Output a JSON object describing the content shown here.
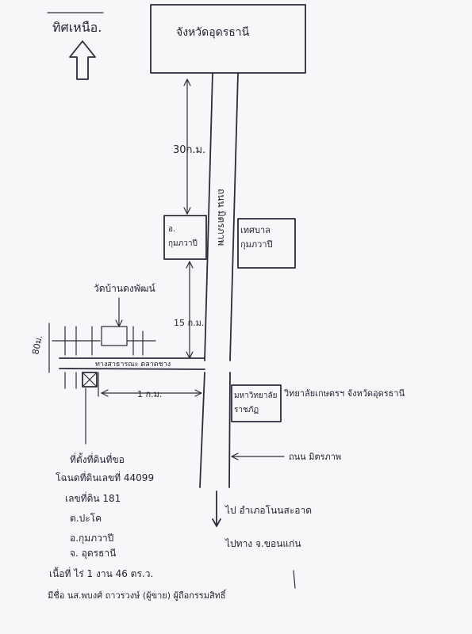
{
  "labels": {
    "north": "ทิศเหนือ.",
    "province_top": "จังหวัดอุดรธานี",
    "dist_30km": "30ก.ม.",
    "district_office": "อ. กุมภวาปี",
    "municipality": "เทศบาล กุมภวาปี",
    "highway": "ถนน มิตรภาพ",
    "temple": "วัดบ้านดงพัฒน์",
    "dist_15km": "15 ก.ม.",
    "road_to_market": "ทางสาธารณะ ตลาดชาง",
    "dist_80m": "80ม.",
    "dist_1km": "1 ก.ม.",
    "university": "มหาวิทยาลัย ราชภัฏ",
    "college": "วิทยาลัยเกษตรฯ จังหวัดอุดรธานี",
    "highway_mittraphap": "ถนน มิตรภาพ",
    "to_district": "ไป อำเภอโนนสะอาด",
    "to_khonkaen": "ไปทาง จ.ขอนแก่น"
  },
  "land_info": {
    "title": "ที่ตั้งที่ดินที่ขอ",
    "deed": "โฉนดที่ดินเลขที่ 44099",
    "parcel": "เลขที่ดิน 181",
    "subdistrict": "ต.ปะโค",
    "district": "อ.กุมภวาปี",
    "province": "จ. อุดรธานี",
    "area": "เนื้อที่ ไร่ 1 งาน 46 ตร.ว.",
    "owner": "มีชื่อ นส.พบงศ์ ถาวรวงษ์ (ผู้ขาย) ผู้ถือกรรมสิทธิ์"
  },
  "colors": {
    "ink": "#2a2c3a",
    "paper": "#f7f7fa"
  }
}
